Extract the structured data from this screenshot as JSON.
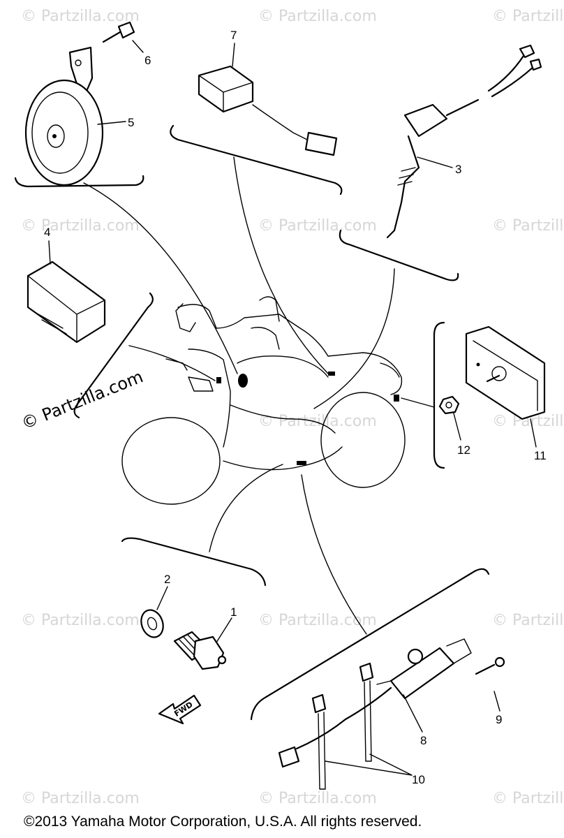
{
  "watermark": {
    "text": "© Partzilla.com",
    "prominent_text": "© Partzilla.com"
  },
  "fwd_arrow_label": "FWD",
  "copyright": "©2013  Yamaha Motor Corporation, U.S.A. All rights reserved.",
  "callouts": [
    {
      "id": "1",
      "label": "1"
    },
    {
      "id": "2",
      "label": "2"
    },
    {
      "id": "3",
      "label": "3"
    },
    {
      "id": "4",
      "label": "4"
    },
    {
      "id": "5",
      "label": "5"
    },
    {
      "id": "6",
      "label": "6"
    },
    {
      "id": "7",
      "label": "7"
    },
    {
      "id": "8",
      "label": "8"
    },
    {
      "id": "9",
      "label": "9"
    },
    {
      "id": "10",
      "label": "10"
    },
    {
      "id": "11",
      "label": "11"
    },
    {
      "id": "12",
      "label": "12"
    }
  ]
}
